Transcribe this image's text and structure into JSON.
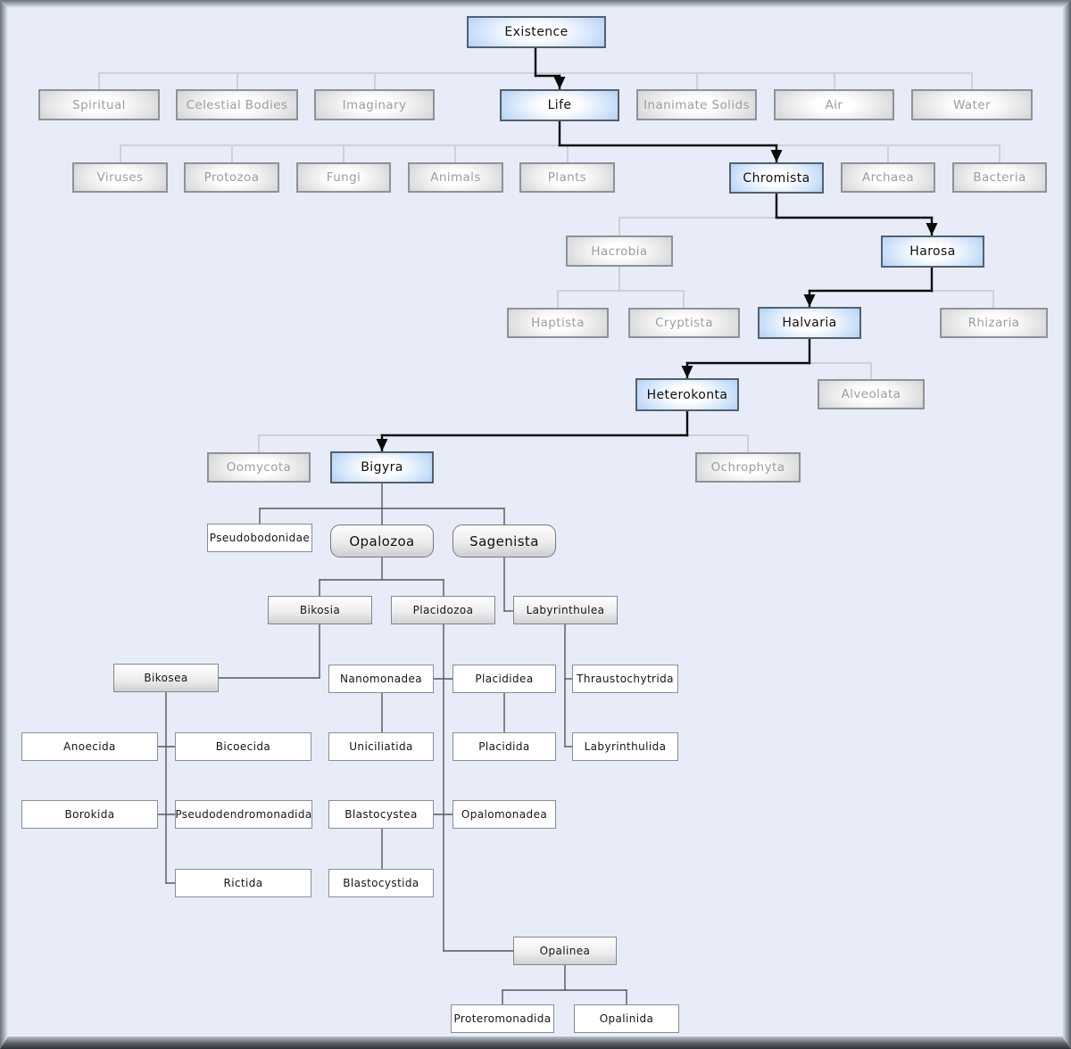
{
  "diagram": {
    "description": "Taxonomy tree from Existence to Opalinida",
    "colors": {
      "background": "#e7ecf8",
      "highlight_box_fill": "#9cc4f2",
      "highlight_box_border": "#55606e",
      "gray_box_fill": "#c6c7c9",
      "gray_box_border": "#8f9296",
      "gray_box_text": "#999da4",
      "plain_box_border": "#8a8d92",
      "connector_light": "#ccd1da",
      "connector_black": "#0b0b0b",
      "connector_dark": "#53575c",
      "text": "#101010"
    },
    "nodes": [
      {
        "id": "existence",
        "label": "Existence",
        "style": "blue"
      },
      {
        "id": "spiritual",
        "label": "Spiritual",
        "style": "gray"
      },
      {
        "id": "celestial",
        "label": "Celestial Bodies",
        "style": "gray"
      },
      {
        "id": "imaginary",
        "label": "Imaginary",
        "style": "gray"
      },
      {
        "id": "life",
        "label": "Life",
        "style": "blue"
      },
      {
        "id": "inanimate",
        "label": "Inanimate Solids",
        "style": "gray"
      },
      {
        "id": "air",
        "label": "Air",
        "style": "gray"
      },
      {
        "id": "water",
        "label": "Water",
        "style": "gray"
      },
      {
        "id": "viruses",
        "label": "Viruses",
        "style": "gray"
      },
      {
        "id": "protozoa",
        "label": "Protozoa",
        "style": "gray"
      },
      {
        "id": "fungi",
        "label": "Fungi",
        "style": "gray"
      },
      {
        "id": "animals",
        "label": "Animals",
        "style": "gray"
      },
      {
        "id": "plants",
        "label": "Plants",
        "style": "gray"
      },
      {
        "id": "chromista",
        "label": "Chromista",
        "style": "blue"
      },
      {
        "id": "archaea",
        "label": "Archaea",
        "style": "gray"
      },
      {
        "id": "bacteria",
        "label": "Bacteria",
        "style": "gray"
      },
      {
        "id": "hacrobia",
        "label": "Hacrobia",
        "style": "gray"
      },
      {
        "id": "harosa",
        "label": "Harosa",
        "style": "blue"
      },
      {
        "id": "haptista",
        "label": "Haptista",
        "style": "gray"
      },
      {
        "id": "cryptista",
        "label": "Cryptista",
        "style": "gray"
      },
      {
        "id": "halvaria",
        "label": "Halvaria",
        "style": "blue"
      },
      {
        "id": "rhizaria",
        "label": "Rhizaria",
        "style": "gray"
      },
      {
        "id": "heterokonta",
        "label": "Heterokonta",
        "style": "blue"
      },
      {
        "id": "alveolata",
        "label": "Alveolata",
        "style": "gray"
      },
      {
        "id": "oomycota",
        "label": "Oomycota",
        "style": "gray"
      },
      {
        "id": "bigyra",
        "label": "Bigyra",
        "style": "blue"
      },
      {
        "id": "ochrophyta",
        "label": "Ochrophyta",
        "style": "gray"
      },
      {
        "id": "pseudobodonidae",
        "label": "Pseudobodonidae",
        "style": "plain"
      },
      {
        "id": "opalozoa",
        "label": "Opalozoa",
        "style": "roundgrad"
      },
      {
        "id": "sagenista",
        "label": "Sagenista",
        "style": "roundgrad"
      },
      {
        "id": "bikosia",
        "label": "Bikosia",
        "style": "grad"
      },
      {
        "id": "placidozoa",
        "label": "Placidozoa",
        "style": "grad"
      },
      {
        "id": "labyrinthulea",
        "label": "Labyrinthulea",
        "style": "grad"
      },
      {
        "id": "bikosea",
        "label": "Bikosea",
        "style": "grad"
      },
      {
        "id": "nanomonadea",
        "label": "Nanomonadea",
        "style": "plain"
      },
      {
        "id": "placididea",
        "label": "Placididea",
        "style": "plain"
      },
      {
        "id": "thraustochytrida",
        "label": "Thraustochytrida",
        "style": "plain"
      },
      {
        "id": "anoecida",
        "label": "Anoecida",
        "style": "plain"
      },
      {
        "id": "bicoecida",
        "label": "Bicoecida",
        "style": "plain"
      },
      {
        "id": "uniciliatida",
        "label": "Uniciliatida",
        "style": "plain"
      },
      {
        "id": "placidida",
        "label": "Placidida",
        "style": "plain"
      },
      {
        "id": "labyrinthulida",
        "label": "Labyrinthulida",
        "style": "plain"
      },
      {
        "id": "borokida",
        "label": "Borokida",
        "style": "plain"
      },
      {
        "id": "pseudodendromonadida",
        "label": "Pseudodendromonadida",
        "style": "plain"
      },
      {
        "id": "blastocystea",
        "label": "Blastocystea",
        "style": "plain"
      },
      {
        "id": "opalomonadea",
        "label": "Opalomonadea",
        "style": "plain"
      },
      {
        "id": "rictida",
        "label": "Rictida",
        "style": "plain"
      },
      {
        "id": "blastocystida",
        "label": "Blastocystida",
        "style": "plain"
      },
      {
        "id": "opalinea",
        "label": "Opalinea",
        "style": "grad"
      },
      {
        "id": "proteromonadida",
        "label": "Proteromonadida",
        "style": "plain"
      },
      {
        "id": "opalinida",
        "label": "Opalinida",
        "style": "plain"
      }
    ]
  }
}
